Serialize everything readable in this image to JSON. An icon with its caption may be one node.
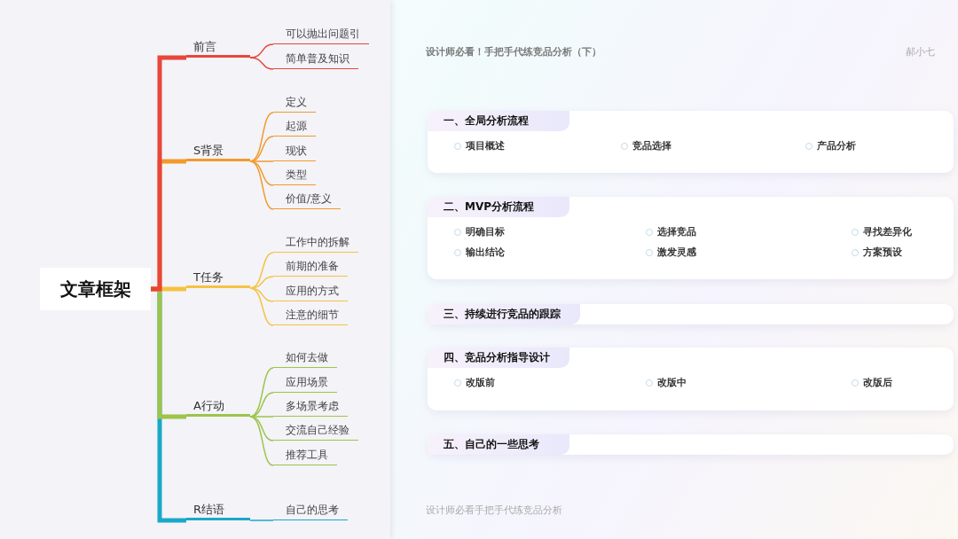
{
  "diagram": {
    "title": "设计师必看！手把手代练竞品分析（下）",
    "nodes": [
      {
        "text": [
          "文章框架"
        ]
      },
      {
        "text": [
          "前言"
        ]
      },
      {
        "text": [
          "可以抛出问题引"
        ]
      },
      {
        "text": [
          "简单普及知识"
        ]
      },
      {
        "text": [
          "S背景"
        ]
      },
      {
        "text": [
          "定义"
        ]
      },
      {
        "text": [
          "起源"
        ]
      },
      {
        "text": [
          "现状"
        ]
      },
      {
        "text": [
          "类型"
        ]
      },
      {
        "text": [
          "价值/意义"
        ]
      },
      {
        "text": [
          "T任务"
        ]
      },
      {
        "text": [
          "工作中的拆解"
        ]
      },
      {
        "text": [
          "前期的准备"
        ]
      },
      {
        "text": [
          "应用的方式"
        ]
      },
      {
        "text": [
          "注意的细节"
        ]
      },
      {
        "text": [
          "A行动"
        ]
      },
      {
        "text": [
          "如何去做"
        ]
      },
      {
        "text": [
          "应用场景"
        ]
      },
      {
        "text": [
          "多场景考虑"
        ]
      },
      {
        "text": [
          "交流自己经验"
        ]
      },
      {
        "text": [
          "推荐工具"
        ]
      },
      {
        "text": [
          "R结语"
        ]
      },
      {
        "text": [
          "自己的思考"
        ]
      },
      {
        "text": [
          "一、全局分析流程"
        ]
      },
      {
        "text": [
          "项目概述"
        ],
        "in": 23
      },
      {
        "text": [
          "竞品选择"
        ],
        "in": 23
      },
      {
        "text": [
          "产品分析"
        ],
        "in": 23
      },
      {
        "text": [
          "二、MVP分析流程"
        ]
      },
      {
        "text": [
          "明确目标"
        ],
        "in": 27
      },
      {
        "text": [
          "选择竞品"
        ],
        "in": 27
      },
      {
        "text": [
          "寻找差异化"
        ],
        "in": 27
      },
      {
        "text": [
          "输出结论"
        ],
        "in": 27
      },
      {
        "text": [
          "激发灵感"
        ],
        "in": 27
      },
      {
        "text": [
          "方案预设"
        ],
        "in": 27
      },
      {
        "text": [
          "三、持续进行竞品的跟踪"
        ]
      },
      {
        "text": [
          "四、竞品分析指导设计"
        ]
      },
      {
        "text": [
          "改版前"
        ],
        "in": 35
      },
      {
        "text": [
          "改版中"
        ],
        "in": 35
      },
      {
        "text": [
          "改版后"
        ],
        "in": 35
      },
      {
        "text": [
          "五、自己的一些思考"
        ]
      }
    ],
    "edges": [
      {
        "from": 0,
        "to": 1,
        "arrow": "none",
        "style": "thick",
        "color": "#e8463a"
      },
      {
        "from": 1,
        "to": 2,
        "arrow": "none",
        "color": "#e8463a"
      },
      {
        "from": 1,
        "to": 3,
        "arrow": "none",
        "color": "#e8463a"
      },
      {
        "from": 0,
        "to": 4,
        "arrow": "none",
        "style": "thick",
        "color": "#f39a2c"
      },
      {
        "from": 4,
        "to": 5,
        "arrow": "none",
        "color": "#f39a2c"
      },
      {
        "from": 4,
        "to": 6,
        "arrow": "none",
        "color": "#f39a2c"
      },
      {
        "from": 4,
        "to": 7,
        "arrow": "none",
        "color": "#f39a2c"
      },
      {
        "from": 4,
        "to": 8,
        "arrow": "none",
        "color": "#f39a2c"
      },
      {
        "from": 4,
        "to": 9,
        "arrow": "none",
        "color": "#f39a2c"
      },
      {
        "from": 0,
        "to": 10,
        "arrow": "none",
        "style": "thick",
        "color": "#f5c342"
      },
      {
        "from": 10,
        "to": 11,
        "arrow": "none",
        "color": "#f5c342"
      },
      {
        "from": 10,
        "to": 12,
        "arrow": "none",
        "color": "#f5c342"
      },
      {
        "from": 10,
        "to": 13,
        "arrow": "none",
        "color": "#f5c342"
      },
      {
        "from": 10,
        "to": 14,
        "arrow": "none",
        "color": "#f5c342"
      },
      {
        "from": 0,
        "to": 15,
        "arrow": "none",
        "style": "thick",
        "color": "#9dc44b"
      },
      {
        "from": 15,
        "to": 16,
        "arrow": "none",
        "color": "#9dc44b"
      },
      {
        "from": 15,
        "to": 17,
        "arrow": "none",
        "color": "#9dc44b"
      },
      {
        "from": 15,
        "to": 18,
        "arrow": "none",
        "color": "#9dc44b"
      },
      {
        "from": 15,
        "to": 19,
        "arrow": "none",
        "color": "#9dc44b"
      },
      {
        "from": 15,
        "to": 20,
        "arrow": "none",
        "color": "#9dc44b"
      },
      {
        "from": 0,
        "to": 21,
        "arrow": "none",
        "style": "thick",
        "color": "#1aa8c8"
      },
      {
        "from": 21,
        "to": 22,
        "arrow": "none",
        "color": "#1aa8c8"
      }
    ],
    "labels": [
      "郝小七",
      "设计师必看手把手代练竞品分析"
    ]
  }
}
